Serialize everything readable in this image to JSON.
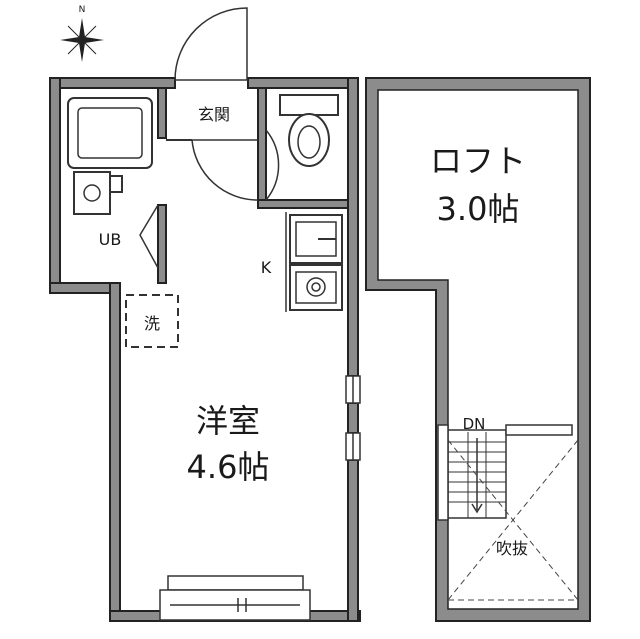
{
  "compass": {
    "north_label": "N",
    "icon": "compass-rose-icon"
  },
  "rooms": {
    "entrance": "玄関",
    "unit_bath": "UB",
    "kitchen": "K",
    "washer": "洗",
    "western_room_name": "洋室",
    "western_room_size": "4.6帖",
    "loft_name": "ロフト",
    "loft_size": "3.0帖"
  },
  "stairs": {
    "down_label": "DN"
  },
  "void_label": "吹抜",
  "colors": {
    "wall": "#8c8c8c",
    "outline": "#222222",
    "background": "#ffffff"
  }
}
